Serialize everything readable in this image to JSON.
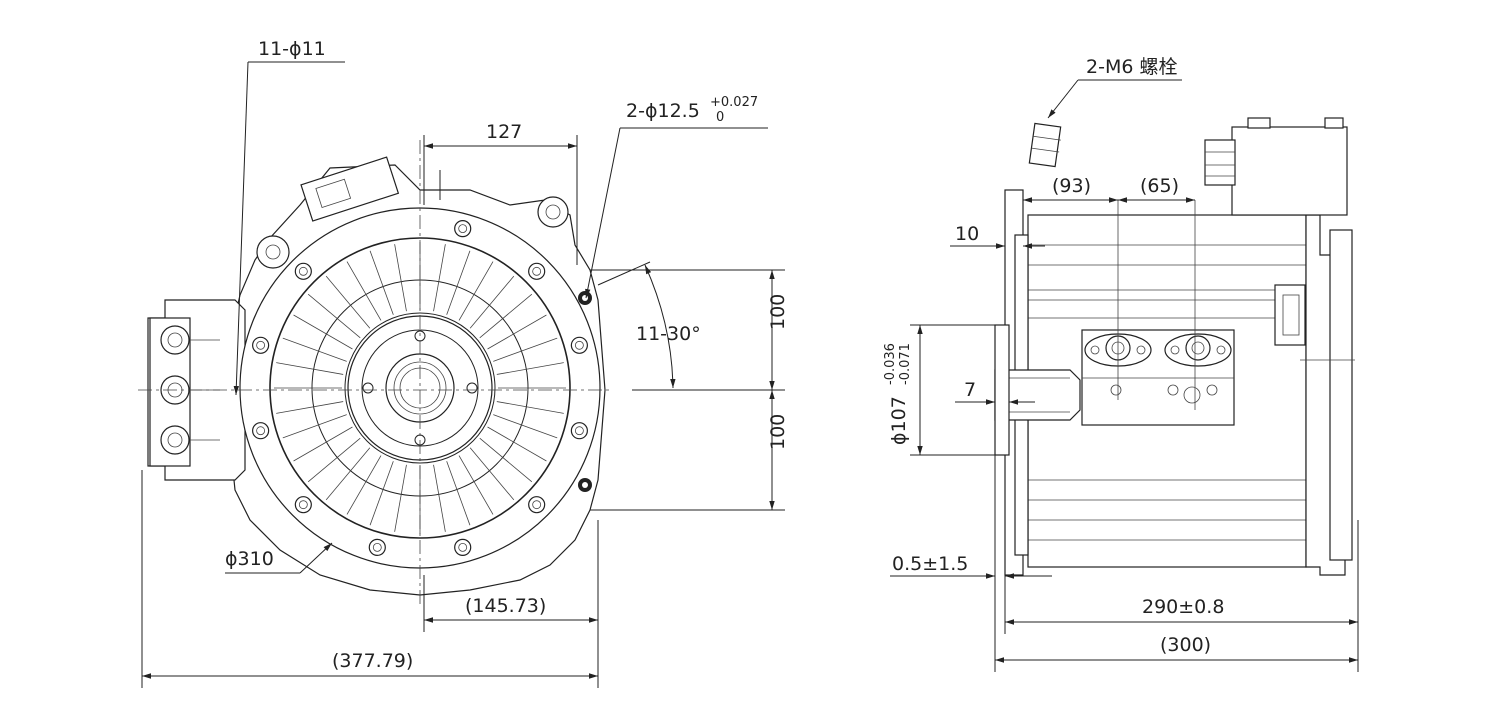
{
  "front_view": {
    "holes_label": "11-ϕ11",
    "width_127": "127",
    "pin_hole_label": "2-ϕ12.5",
    "pin_hole_tol_upper": "+0.027",
    "pin_hole_tol_lower": "0",
    "angle_label": "11-30°",
    "dim_100_upper": "100",
    "dim_100_lower": "100",
    "diameter_label": "ϕ310",
    "dim_145": "(145.73)",
    "dim_377": "(377.79)"
  },
  "side_view": {
    "bolt_label": "2-M6 螺栓",
    "dim_93": "(93)",
    "dim_65": "(65)",
    "dim_10": "10",
    "dim_7": "7",
    "shaft_dia": "ϕ107",
    "shaft_tol_upper": "-0.036",
    "shaft_tol_lower": "-0.071",
    "dim_05": "0.5±1.5",
    "dim_290": "290±0.8",
    "dim_300": "(300)"
  }
}
